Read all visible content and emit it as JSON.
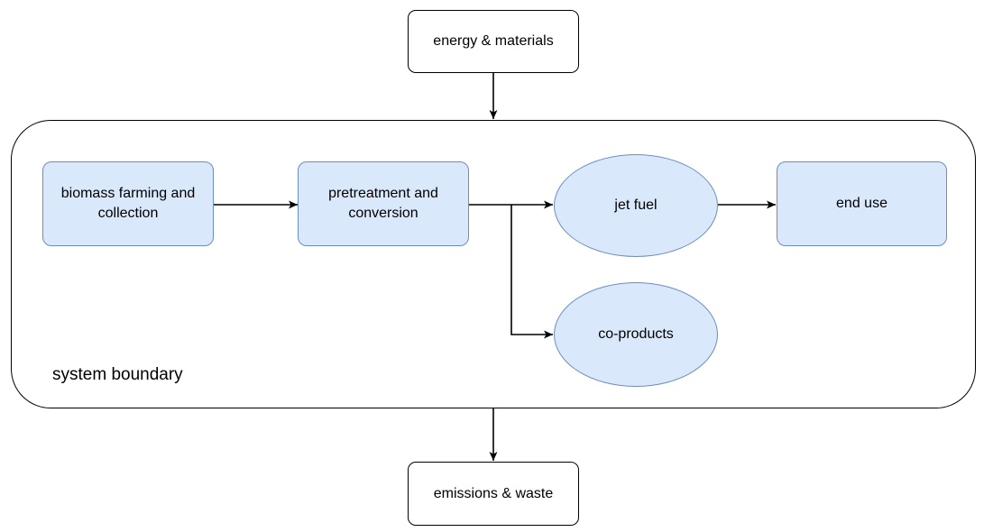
{
  "diagram": {
    "nodes": {
      "energy_materials": "energy & materials",
      "biomass": "biomass farming and collection",
      "pretreatment": "pretreatment and conversion",
      "jet_fuel": "jet fuel",
      "end_use": "end use",
      "co_products": "co-products",
      "emissions_waste": "emissions & waste"
    },
    "boundary_label": "system boundary",
    "edges": [
      {
        "from": "energy_materials",
        "to": "system_boundary"
      },
      {
        "from": "biomass",
        "to": "pretreatment"
      },
      {
        "from": "pretreatment",
        "to": "jet_fuel"
      },
      {
        "from": "pretreatment",
        "to": "co_products"
      },
      {
        "from": "jet_fuel",
        "to": "end_use"
      },
      {
        "from": "system_boundary",
        "to": "emissions_waste"
      }
    ],
    "colors": {
      "process_fill": "#dae8fc",
      "process_stroke": "#6c8ebf",
      "line": "#000000"
    }
  }
}
